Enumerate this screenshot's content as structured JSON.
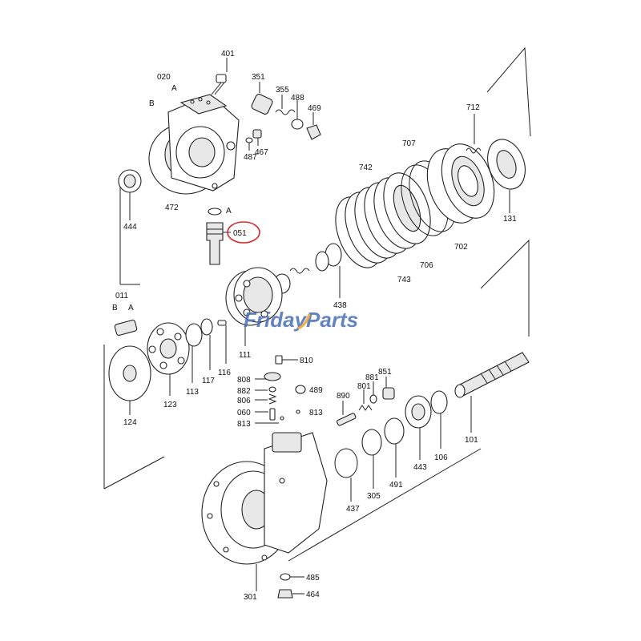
{
  "diagram": {
    "part_numbers": {
      "p401": "401",
      "p020": "020",
      "pA1": "A",
      "pB1": "B",
      "p351": "351",
      "p355": "355",
      "p488": "488",
      "p469": "469",
      "p467": "467",
      "p487": "487",
      "p472": "472",
      "p444": "444",
      "pA2": "A",
      "p051": "051",
      "p712": "712",
      "p707": "707",
      "p742": "742",
      "p131": "131",
      "p702": "702",
      "p706": "706",
      "p743": "743",
      "p438": "438",
      "p011": "011",
      "pB2": "B",
      "pA3": "A",
      "p111": "111",
      "p116": "116",
      "p117": "117",
      "p113": "113",
      "p123": "123",
      "p124": "124",
      "p810": "810",
      "p808": "808",
      "p882": "882",
      "p806": "806",
      "p060": "060",
      "p813a": "813",
      "p813b": "813",
      "p489": "489",
      "p890": "890",
      "p801": "801",
      "p881": "881",
      "p851": "851",
      "p101": "101",
      "p106": "106",
      "p443": "443",
      "p491": "491",
      "p305": "305",
      "p437": "437",
      "p301": "301",
      "p485": "485",
      "p464": "464"
    },
    "highlighted_part": "051",
    "highlight_color": "#d42a2a",
    "watermark": {
      "word1": "Friday",
      "word2": "Parts",
      "color1": "#4a6fb5",
      "color2": "#f0a020"
    }
  }
}
